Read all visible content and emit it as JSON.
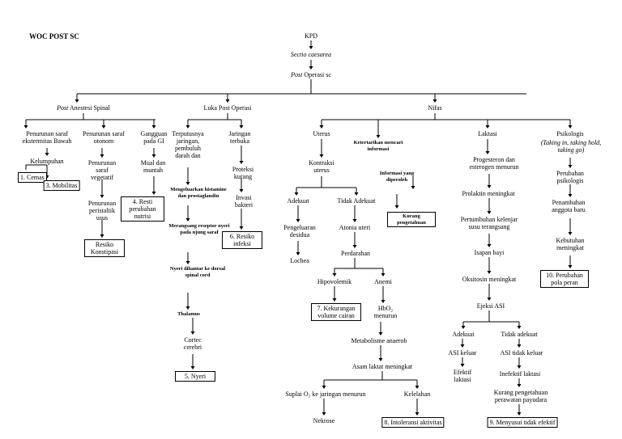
{
  "title": "WOC POST SC",
  "nodes": {
    "kpd": "KPD",
    "sectio": "Sectio caesarea",
    "post_operasi": "Post Operasi sc",
    "post_anestesi": "Post Anestesi Spinal",
    "luka": "Luka Post Operasi",
    "nifas": "Nifas",
    "saraf_ekstremitas": "Penurunan saraf ekstermitas Bawah",
    "kelumpuhan": "Kelumpuhan",
    "cemas": "1. Cemas",
    "mobilitas": "3. Mobilitas",
    "saraf_otonom": "Penurunan saraf otonom",
    "saraf_vegetatif": "Penurunan saraf vegetatif",
    "peristaltik": "Penurunan peristaltik usus",
    "konstipasi": "Resiko Konstipasi",
    "gangguan_gi": "Gangguan pada GI",
    "mual": "Mual dan muntah",
    "nutrisi": "4. Resti perubahan nutrisi",
    "terputusnya": "Terputusnya jaringan, pembuluh darah dan",
    "histamin": "Mengeluarkan histamine dan prostaglandin",
    "merangsang": "Merangsang reseptor nyeri pada ujung saraf",
    "nyeri_hantar": "Nyeri dihantar ke dorsal spinal cord",
    "thalamus": "Thalamus",
    "cortex": "Cortec cerebri",
    "nyeri": "5. Nyeri",
    "jaringan_terbuka": "Jaringan terbuka",
    "proteksi": "Proteksi kurang",
    "invasi": "Invasi bakteri",
    "infeksi": "6. Resiko infeksi",
    "uterus": "Uterus",
    "kontraksi": "Kontraksi uterus",
    "adekuat": "Adekuat",
    "tidak_adekuat": "Tidak Adekuat",
    "pengeluaran": "Pengeluaran desidua",
    "lochea": "Lochea",
    "atonia": "Atonia uteri",
    "perdarahan": "Perdarahan",
    "hipovolemik": "Hipovolemik",
    "anemi": "Anemi",
    "volume": "7. Kekurangan volume cairan",
    "hbo2": "HbO₂ menurun",
    "metabolisme": "Metabolisme anaerob",
    "asam_laktat": "Asam laktat meningkat",
    "suplai": "Suplai O₂ ke jaringan menurun",
    "kelelahan": "Kelelahan",
    "nekrose": "Nekrose",
    "intoleransi": "8. Intoleransi aktivitas",
    "ketertarikan": "Ketertarikan mencari informasi",
    "informasi": "Informasi yang diperoleh",
    "kurang_pengetahuan": "Kurang pengetahuan",
    "laktasi": "Laktasi",
    "progesteron": "Progesteron dan esterogen menurun",
    "prolaktin": "Prolaktin meningkat",
    "pertumbuhan": "Pertumbuhan kelenjar susu terangsang",
    "isapan": "Isapan bayi",
    "oksitosin": "Oksitosin meningkat",
    "ejeksi": "Ejeksi ASI",
    "adekuat2": "Adekuat",
    "tidak_adekuat2": "Tidak adekuat",
    "asi_keluar": "ASI keluar",
    "efektif": "Efektif laktasi",
    "asi_tidak": "ASI tidak keluar",
    "inefektif": "Inefektif laktasi",
    "kurang_perawatan": "Kurang pengetahuan perawatan payudara",
    "menyusui": "9. Menyusui tidak efektif",
    "psikologis": "Psikologis",
    "taking": "(Taking in, taking hold, taking go)",
    "perubahan_psikologis": "Perubahan psikologis",
    "penambahan": "Penambahan anggota baru",
    "kebutuhan": "Kebutuhan meningkat",
    "pola_peran": "10. Perubahan pola peran"
  }
}
